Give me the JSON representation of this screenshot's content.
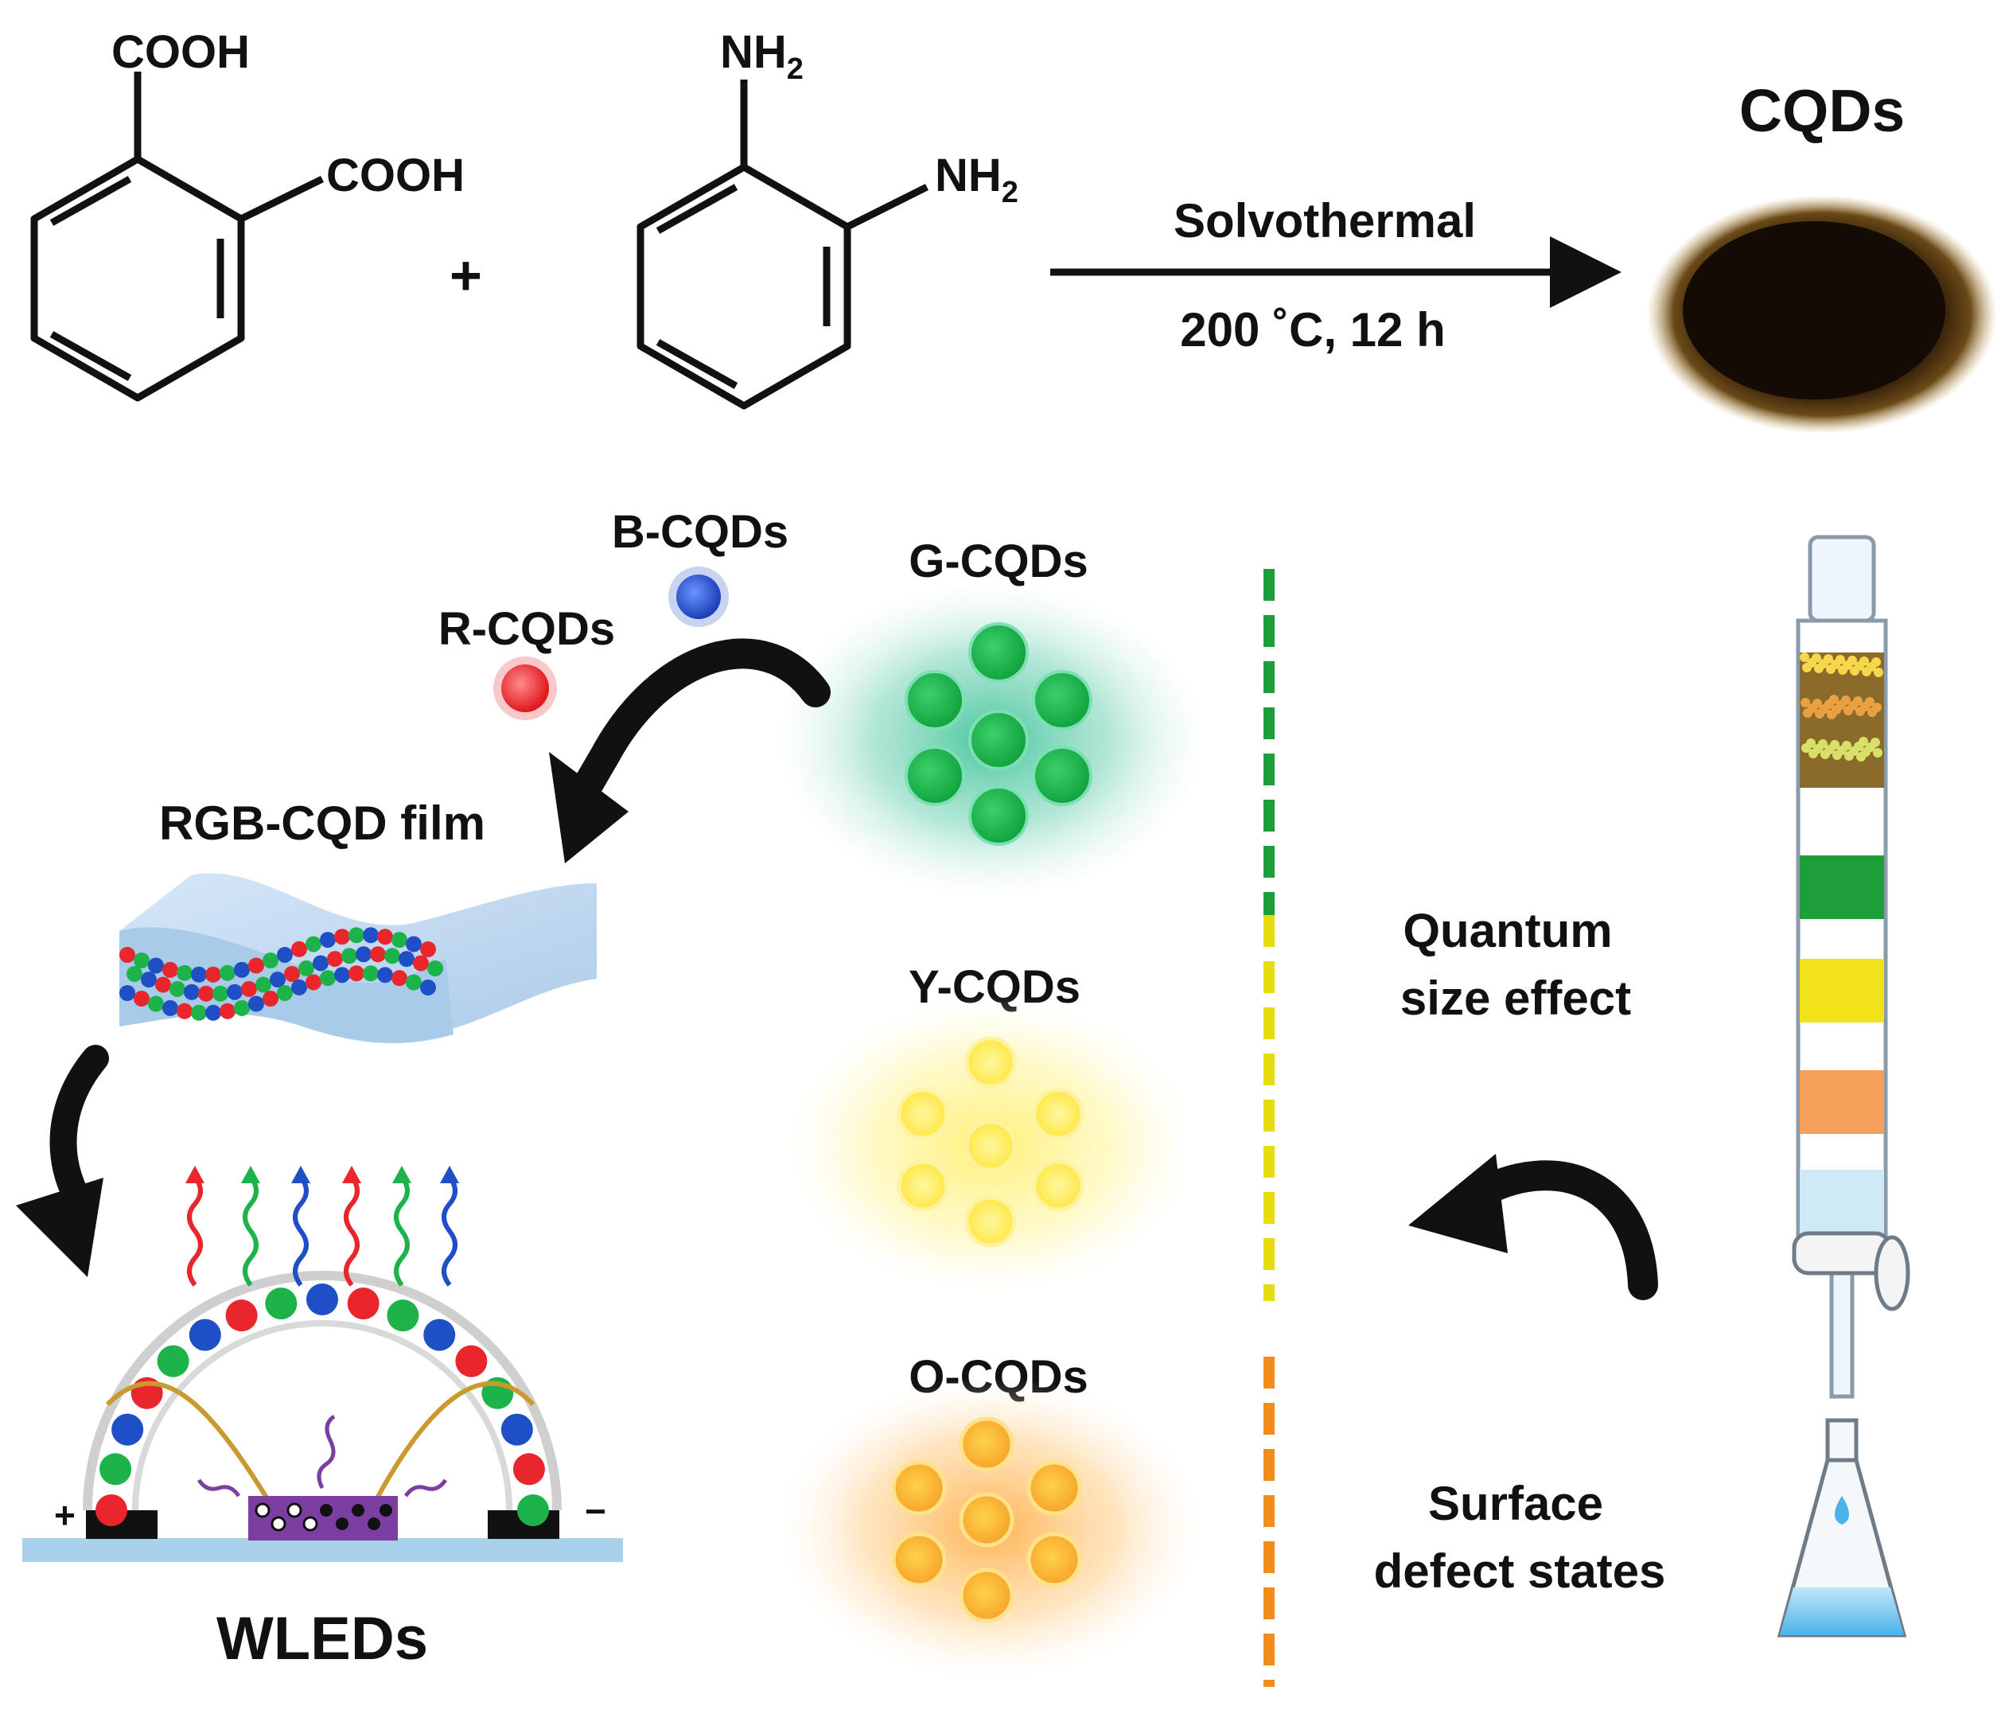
{
  "reaction": {
    "reactant1_group_top": "COOH",
    "reactant1_group_side": "COOH",
    "plus_sign": "+",
    "reactant2_group_top_main": "NH",
    "reactant2_group_top_sub": "2",
    "reactant2_group_side_main": "NH",
    "reactant2_group_side_sub": "2",
    "method": "Solvothermal",
    "conditions": "200 ˚C, 12 h",
    "product": "CQDs"
  },
  "separation": {
    "fractions": [
      "B-CQDs",
      "R-CQDs",
      "G-CQDs",
      "Y-CQDs",
      "O-CQDs"
    ],
    "mechanism_upper_line1": "Quantum",
    "mechanism_upper_line2": "size effect",
    "mechanism_lower_line1": "Surface",
    "mechanism_lower_line2": "defect states"
  },
  "device": {
    "film_label": "RGB-CQD film",
    "device_label": "WLEDs",
    "plus_terminal": "+",
    "minus_terminal": "−"
  },
  "colors": {
    "red": "#e8262b",
    "green": "#1db34a",
    "blue": "#1f4fc4",
    "yellow": "#ffe34a",
    "orange": "#f7a52a",
    "green_dash": "#1e9e3a",
    "yellow_dash": "#e6dc10",
    "orange_dash": "#f28c1a"
  }
}
